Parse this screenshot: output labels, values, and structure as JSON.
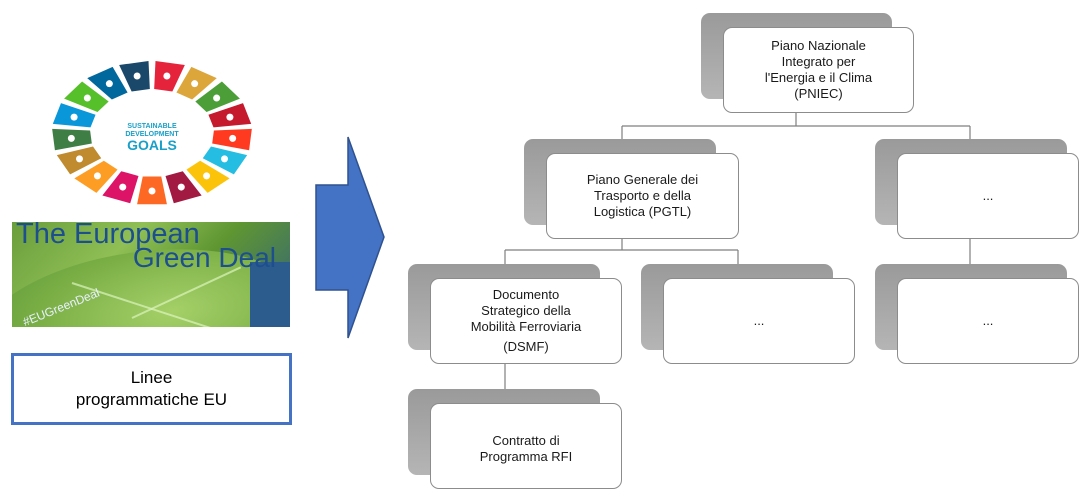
{
  "left_panel": {
    "sdg_logo": {
      "line1": "SUSTAINABLE",
      "line2": "DEVELOPMENT",
      "line3": "GOALS",
      "colors": [
        "#e5243b",
        "#dda63a",
        "#4c9f38",
        "#c5192d",
        "#ff3a21",
        "#26bde2",
        "#fcc30b",
        "#a21942",
        "#fd6925",
        "#dd1367",
        "#fd9d24",
        "#bf8b2e",
        "#3f7e44",
        "#0a97d9",
        "#56c02b",
        "#00689d",
        "#19486a"
      ]
    },
    "green_deal": {
      "title_line1": "The European",
      "title_line2": "Green Deal",
      "hashtag": "#EUGreenDeal"
    },
    "linee_box": {
      "line1": "Linee",
      "line2": "programmatiche EU"
    }
  },
  "org_chart": {
    "pniec": {
      "lines": [
        "Piano Nazionale",
        "Integrato per",
        "l'Energia e il Clima",
        "(PNIEC)"
      ]
    },
    "pgtl": {
      "lines": [
        "Piano Generale dei",
        "Trasporto e della",
        "Logistica (PGTL)"
      ]
    },
    "right_top": {
      "text": "..."
    },
    "dsmf": {
      "lines": [
        "Documento",
        "Strategico della",
        "Mobilità Ferroviaria",
        "(DSMF)"
      ]
    },
    "mid_bottom": {
      "text": "..."
    },
    "right_bottom": {
      "text": "..."
    },
    "rfi": {
      "lines": [
        "Contratto di",
        "Programma RFI"
      ]
    }
  },
  "colors": {
    "arrow": "#4472c4",
    "box_border": "#4472c4",
    "node_shadow": "#a6a6a6",
    "connector": "#7f7f7f"
  }
}
